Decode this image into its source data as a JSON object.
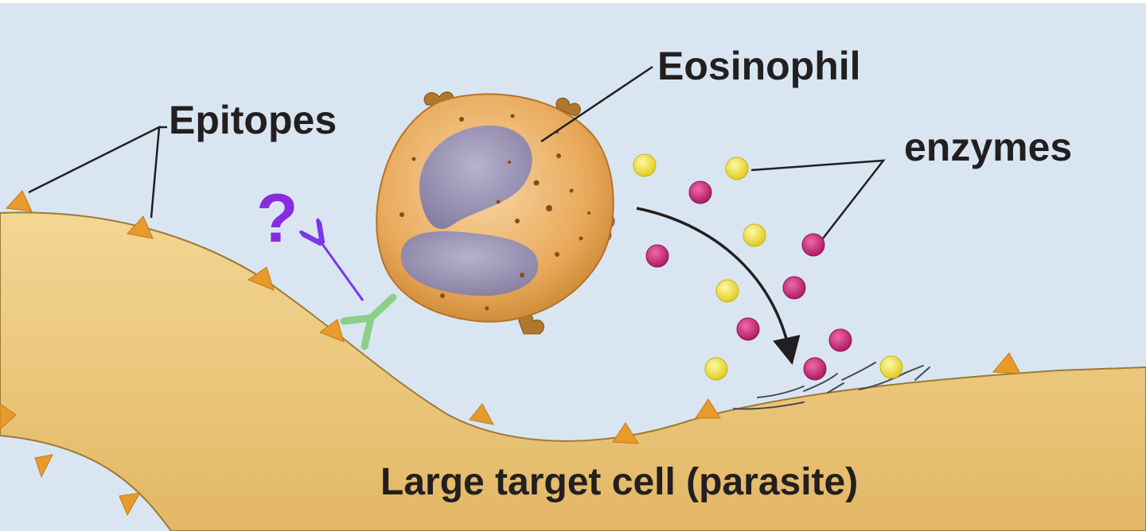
{
  "labels": {
    "epitopes": "Epitopes",
    "eosinophil": "Eosinophil",
    "enzymes": "enzymes",
    "target_cell": "Large target cell (parasite)",
    "unknown_mark": "?"
  },
  "colors": {
    "background": "#d9e6f2",
    "parasite_fill": "#ecc878",
    "parasite_edge": "#9b7a36",
    "epitope": "#e89a2c",
    "eosinophil_fill": "#e8a85a",
    "nucleus": "#8a86b0",
    "yellow_enzyme": "#f2e23a",
    "magenta_enzyme": "#cc2a78",
    "antibody": "#8ccf86",
    "question_mark": "#8a2be2",
    "label_text": "#231f20"
  }
}
